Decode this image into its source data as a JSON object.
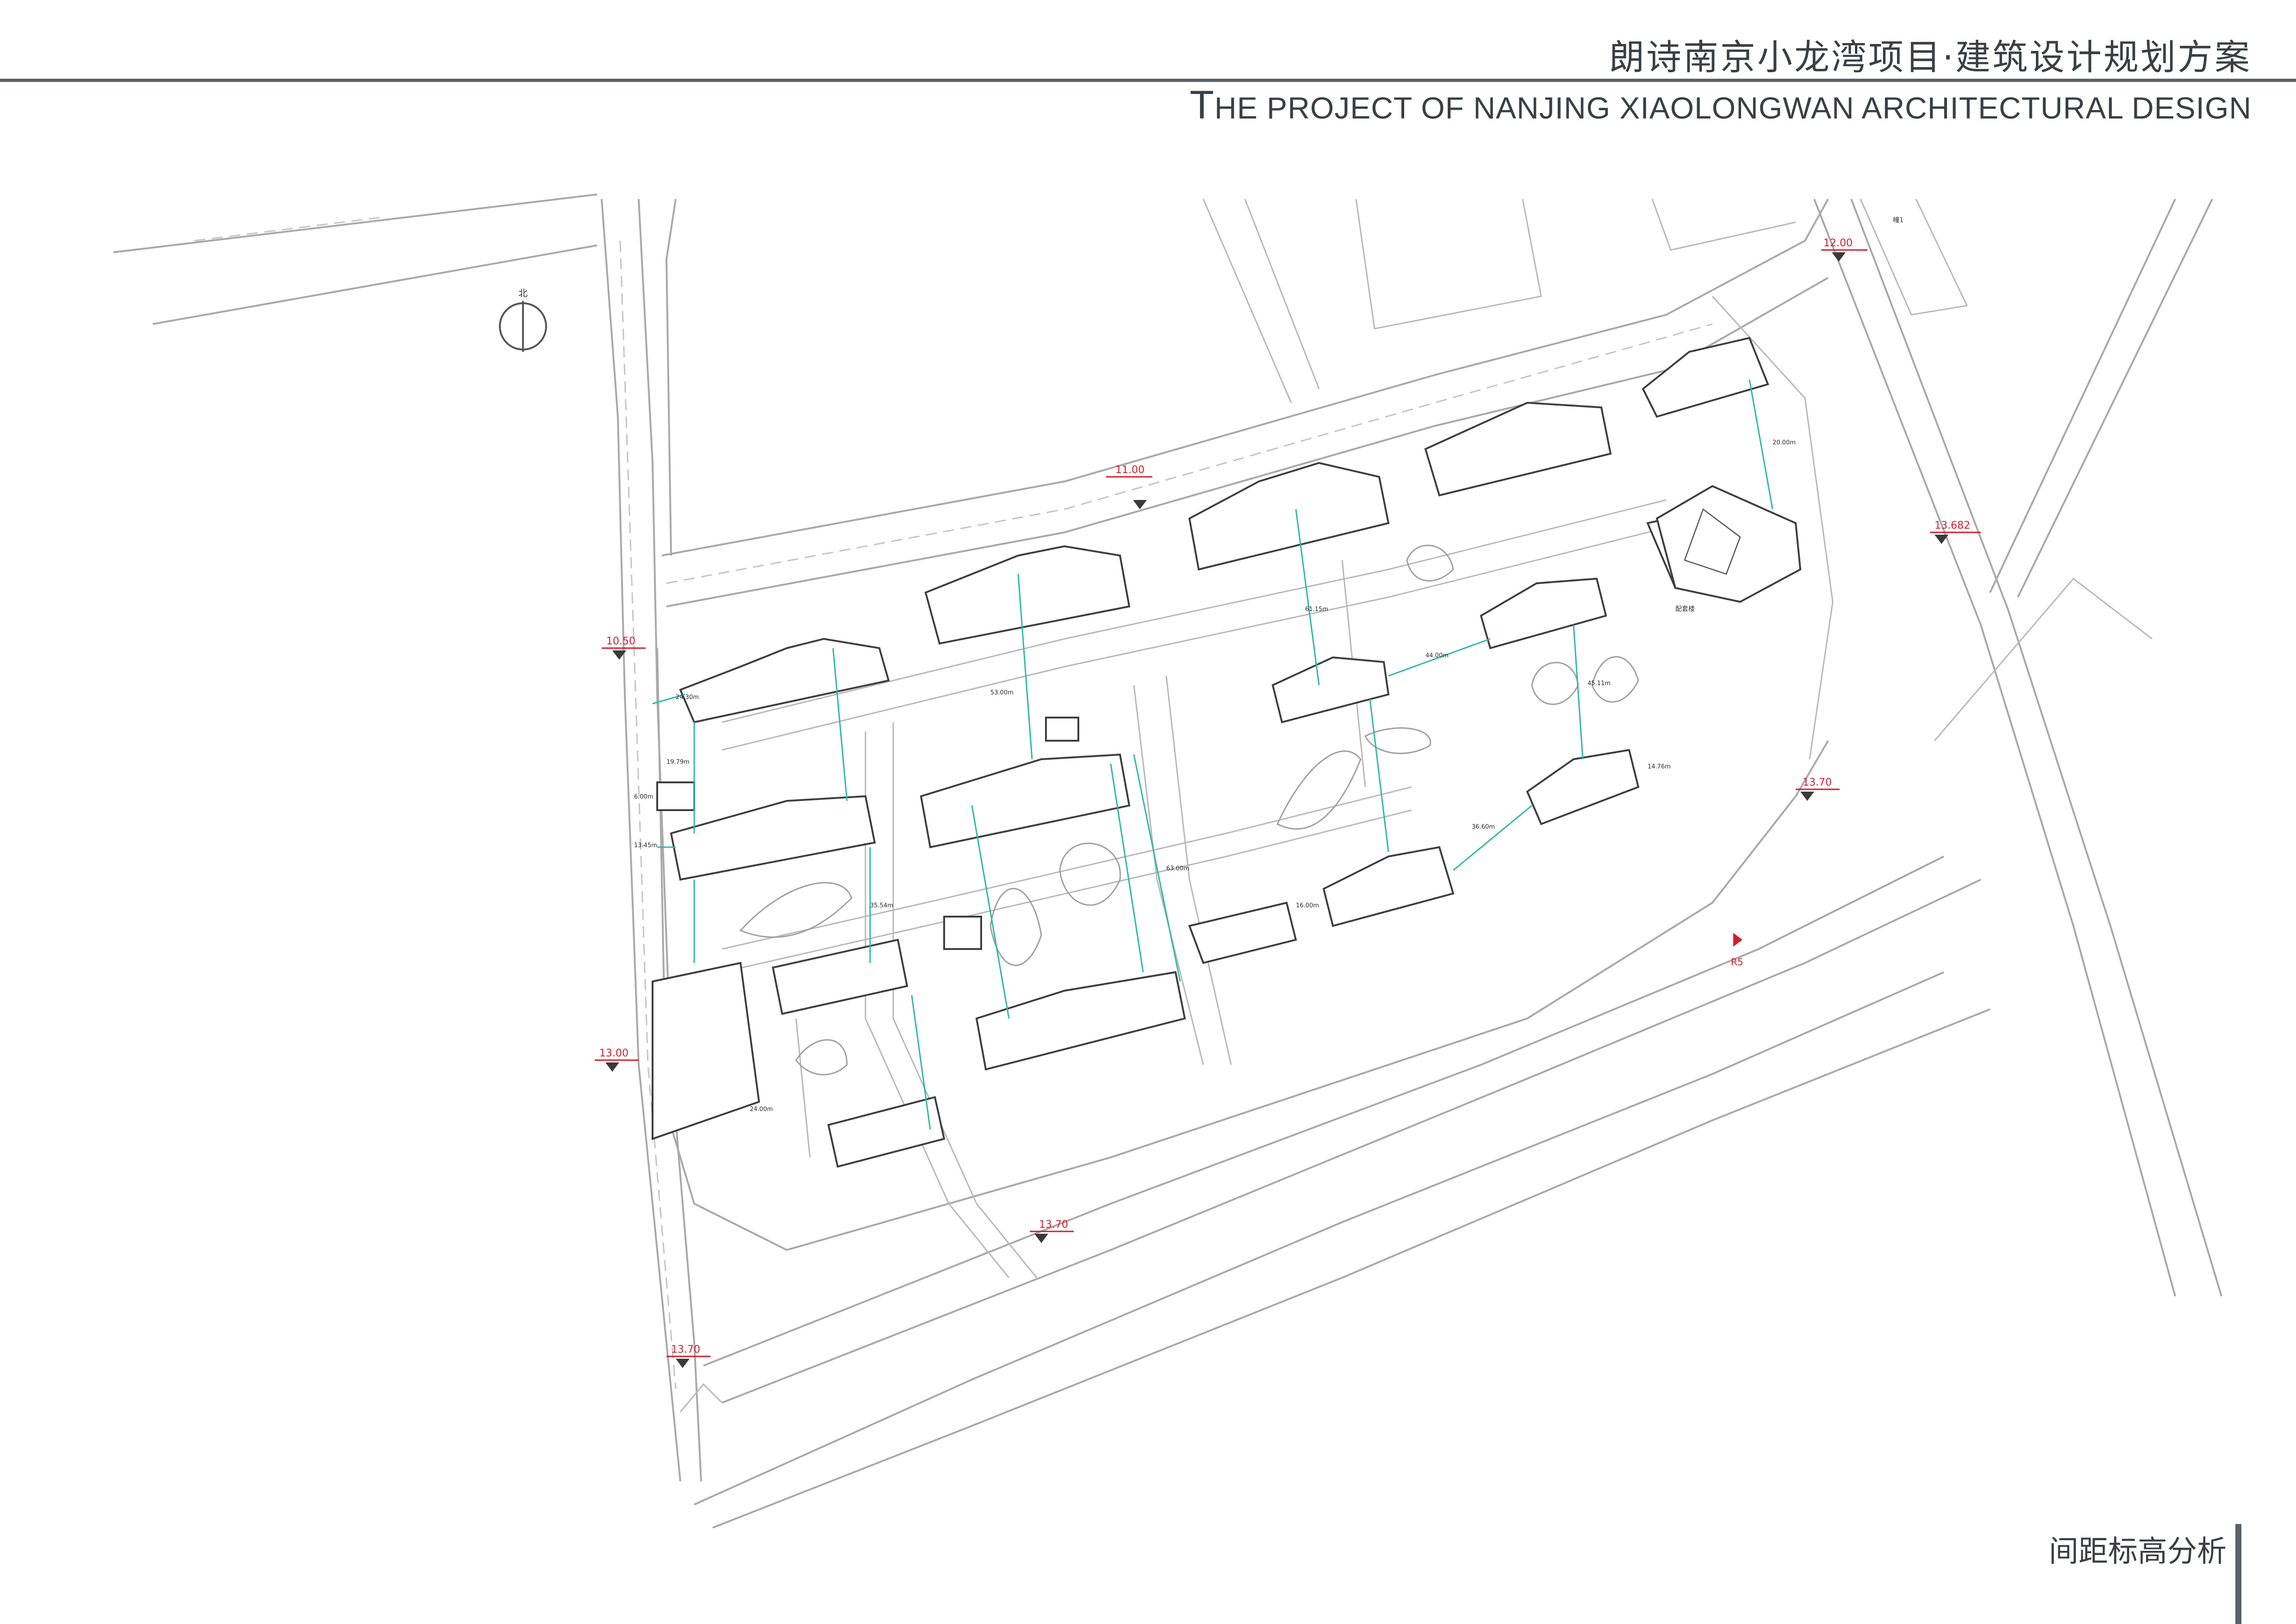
{
  "header": {
    "title_cn": "朗诗南京小龙湾项目·建筑设计规划方案",
    "title_en_first": "T",
    "title_en_rest": "HE PROJECT OF NANJING XIAOLONGWAN ARCHITECTURAL DESIGN"
  },
  "footer": {
    "section_label": "间距标高分析"
  },
  "plan": {
    "north_label": "北",
    "elevations": [
      "12.00",
      "11.00",
      "10.50",
      "13.682",
      "13.70",
      "13.00",
      "13.70",
      "13.70"
    ],
    "spacings": [
      "24.30m",
      "19.79m",
      "13.45m",
      "6.00m",
      "35.54m",
      "53.00m",
      "44.00m",
      "61.15m",
      "36.60m",
      "63.00m",
      "14.76m",
      "24.00m",
      "45.11m",
      "16.00m",
      "20.00m"
    ],
    "road_label": "R5",
    "notes": [
      "幢1",
      "配套楼"
    ]
  },
  "colors": {
    "accent_red": "#d01f2f",
    "spacing_teal": "#2fb8a8",
    "header_gray": "#5b6166"
  }
}
